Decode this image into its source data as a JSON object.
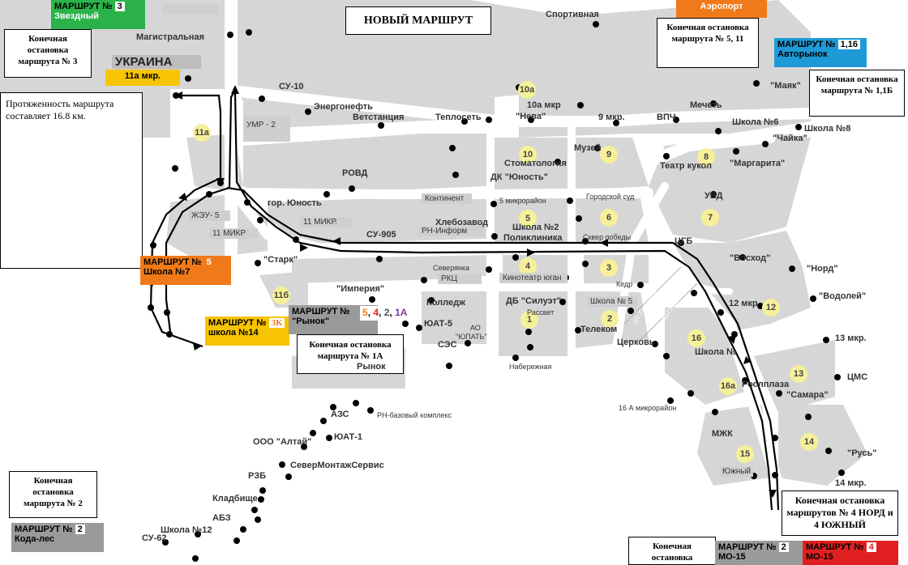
{
  "map": {
    "title": "НОВЫЙ МАРШРУТ",
    "length_note": "Протяженность маршрута составляет 16.8 км.",
    "ukraina": "УКРАИНА"
  },
  "terminals": {
    "route3": "Конечная остановка маршрута № 3",
    "route5_11": "Конечная остановка маршрута № 5, 11",
    "route1_1b": "Конечная остановка маршрута № 1,1Б",
    "route1a": "Конечная остановка маршрута № 1А",
    "route2": "Конечная остановка маршрута № 2",
    "route4": "Конечная остановка маршрутов № 4 НОРД и 4 ЮЖНЫЙ",
    "bottom": "Конечная остановка"
  },
  "badges": {
    "zvezdny": {
      "label": "МАРШРУТ №",
      "num": "3",
      "sub": "Звездный"
    },
    "aeroport": {
      "sub": "Аэропорт"
    },
    "avtorynok": {
      "label": "МАРШРУТ №",
      "num": "1,16",
      "sub": "Авторынок"
    },
    "mkr11a": {
      "sub": "11а мкр."
    },
    "shkola7": {
      "label": "МАРШРУТ №",
      "num": "5",
      "sub": "Школа №7"
    },
    "shkola14": {
      "label": "МАРШРУТ №",
      "num": "3К",
      "sub": "школа №14"
    },
    "rynok": {
      "label": "МАРШРУТ №",
      "num_a": "5",
      "num_b": "4",
      "num_c": "2",
      "num_d": "1А",
      "sub": "\"Рынок\""
    },
    "kodales": {
      "label": "МАРШРУТ №",
      "num": "2",
      "sub": "Кода-лес"
    },
    "mo15a": {
      "label": "МАРШРУТ №",
      "num": "2",
      "sub": "МО-15"
    },
    "mo15b": {
      "label": "МАРШРУТ №",
      "num": "4",
      "sub": "МО-15"
    }
  },
  "stops": {
    "magistralnaya": "Магистральная",
    "sportivnaya": "Спортивная",
    "su10": "СУ-10",
    "energoneft": "Энергонефть",
    "vetstanciya": "Ветстанция",
    "teploset": "Теплосеть",
    "mkr10a": "10а мкр",
    "neva": "\"Нева\"",
    "mkr9": "9 мкр.",
    "vpch": "ВПЧ",
    "mechet": "Мечеть",
    "mayak": "\"Маяк\"",
    "shkola6": "Школа №6",
    "shkola8": "Школа №8",
    "chaika": "\"Чайка\"",
    "stomatologiya": "Стоматология",
    "muzei": "Музей",
    "teatr": "Театр кукол",
    "margarita": "\"Маргарита\"",
    "dk": "ДК \"Юность\"",
    "rovd": "РОВД",
    "gor_yunost": "гор. Юность",
    "mkr5": "5 микрорайон",
    "sud": "Городской суд",
    "uvd": "УВД",
    "hlebozavod": "Хлебозавод",
    "rn_inform": "РН-Информ",
    "su905": "СУ-905",
    "shkola2": "Школа №2",
    "poliklinika": "Поликлиника",
    "skver": "Сквер победы",
    "cgb": "ЦГБ",
    "vosxod": "\"Восход\"",
    "nord": "\"Норд\"",
    "stark": "\"Старк\"",
    "severyanka": "Северянка",
    "rkc": "РКЦ",
    "kinoteatr": "Кинотеатр юган",
    "kedr": "Кедр",
    "imperiya": "\"Империя\"",
    "kolledzh": "Колледж",
    "siluet": "ДБ \"Силуэт\"",
    "shkola5": "Школа № 5",
    "mkr12": "12 мкр",
    "vodolei": "\"Водолей\"",
    "rassvet": "Рассвет",
    "yuat5": "ЮАТ-5",
    "ao": "АО",
    "yupati": "\"ЮПАТЬ\"",
    "telekom": "Телеком",
    "ses": "СЭС",
    "cerkov": "Церковь",
    "shkola_nn": "Школа №",
    "mkr13": "13 мкр.",
    "naberezhnaya": "Набережная",
    "rynok": "Рынок",
    "roslplaza": "Рослплаза",
    "cms": "ЦМС",
    "samara": "\"Самара\"",
    "mkr16a": "16 А микрорайон",
    "azs": "АЗС",
    "rn_baza": "РН-базовый комплекс",
    "altai": "ООО \"Алтай\"",
    "yuat1": "ЮАТ-1",
    "mzhk": "МЖК",
    "yuzhny": "Южный",
    "rus": "\"Русь\"",
    "severmontazh": "СеверМонтажСервис",
    "rzb": "РЗБ",
    "kladbische": "Кладбище",
    "mkr14": "14 мкр.",
    "abz": "АБЗ",
    "shkola12": "Школа №12",
    "su62": "СУ-62"
  },
  "areas": {
    "ump2": "УМР - 2",
    "kontinent": "Континент",
    "zhzu5": "ЖЭУ- 5",
    "mikr11": "11 МИКР.",
    "mikr11b": "11 МИКР"
  },
  "districts": [
    "11а",
    "10а",
    "10",
    "9",
    "8",
    "5",
    "6",
    "7",
    "4",
    "3",
    "11б",
    "1",
    "2",
    "16",
    "12",
    "16а",
    "13",
    "15",
    "14"
  ],
  "streets": {
    "gagarina": "ул. Гагарина",
    "molodezhnaya": "ул. Молодёжная"
  },
  "colors": {
    "block": "#d6d6d6",
    "road": "#ffffff",
    "green": "#2bb34a",
    "orange": "#f07a1a",
    "blue": "#1e9ad6",
    "yellow": "#f6c400",
    "gray": "#9a9a9a",
    "red": "#e02020",
    "district": "#f7f09a",
    "route": "#000000"
  }
}
